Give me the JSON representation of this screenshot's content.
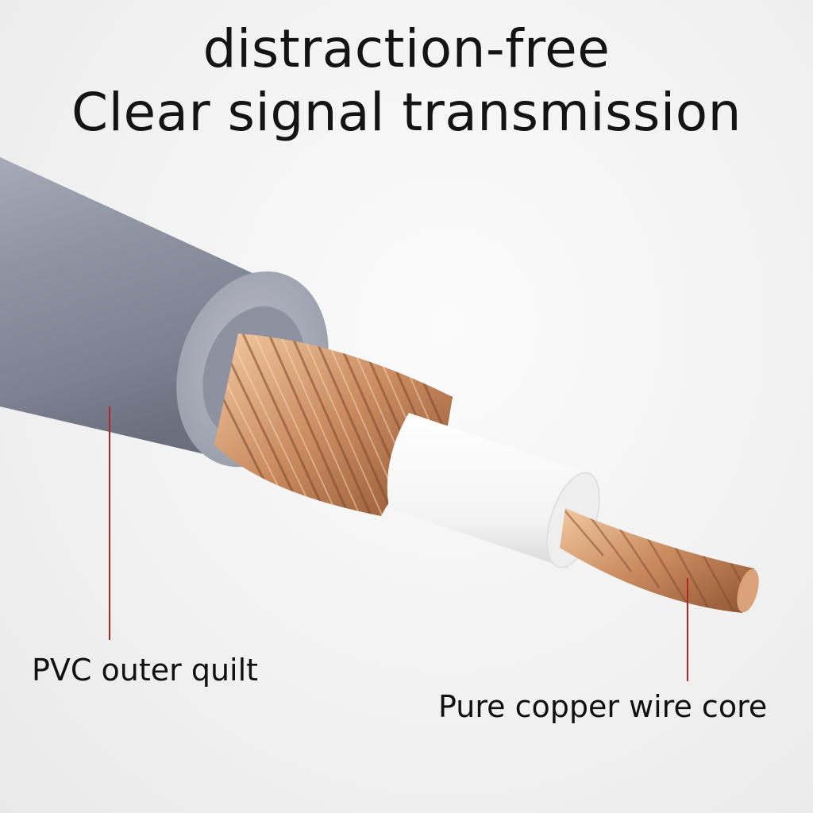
{
  "headline": {
    "line1": "distraction-free",
    "line2": "Clear signal transmission"
  },
  "callouts": {
    "pvc": "PVC outer quilt",
    "copper": "Pure copper wire core"
  },
  "colors": {
    "jacket": "#8e92a1",
    "copper": "#c98a5e",
    "insulator": "#ffffff",
    "leader_line": "#b32424"
  }
}
